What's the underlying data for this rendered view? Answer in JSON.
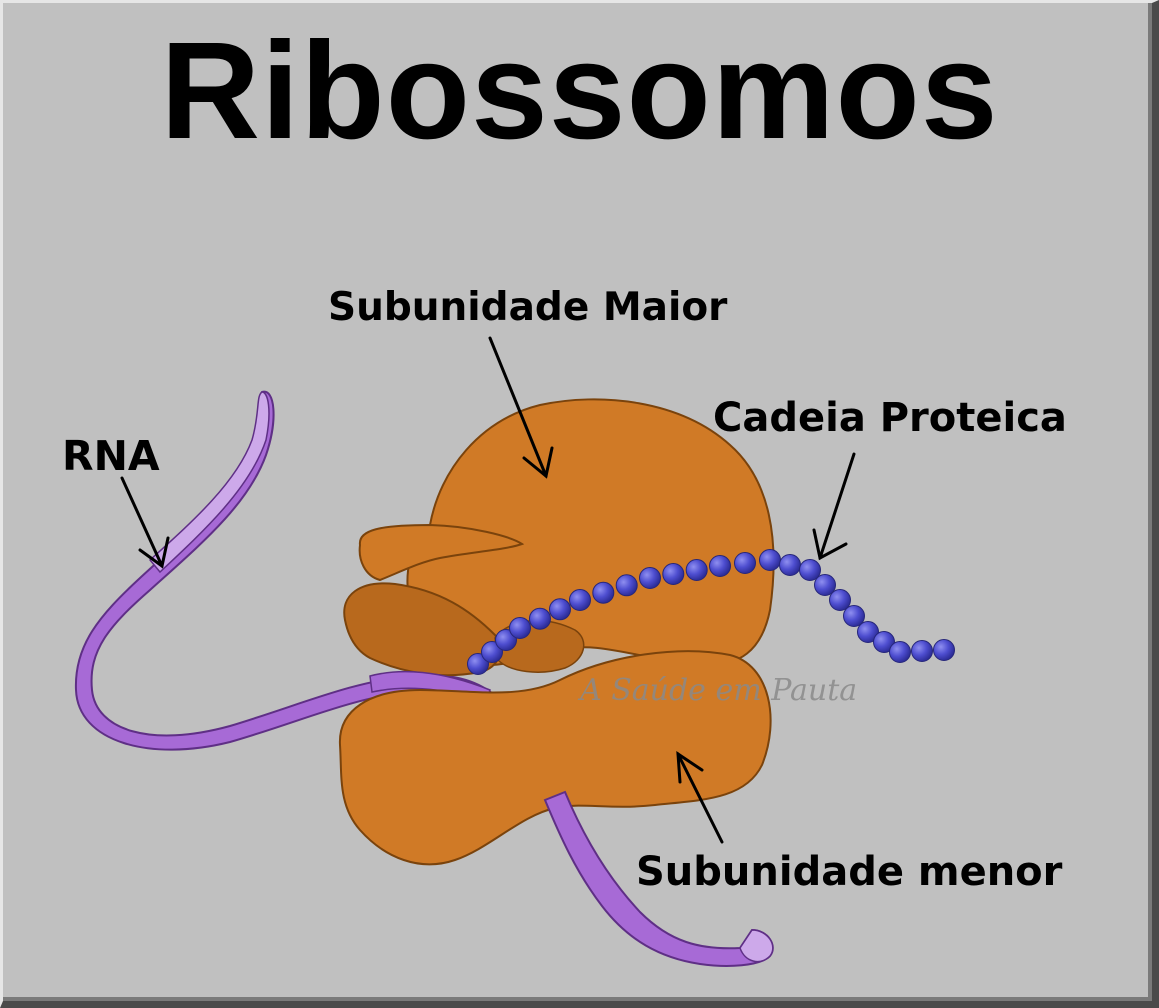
{
  "title": "Ribossomos",
  "labels": {
    "large_subunit": "Subunidade Maior",
    "rna": "RNA",
    "protein_chain": "Cadeia Proteica",
    "small_subunit": "Subunidade menor"
  },
  "watermark": "A Saúde em Pauta",
  "colors": {
    "background": "#c0c0c0",
    "ribosome": "#d07a26",
    "ribosome_shadow": "#b8691d",
    "rna_ribbon": "#a76ad6",
    "rna_ribbon_light": "#cda9ea",
    "protein_beads": "#4e4ed0"
  }
}
